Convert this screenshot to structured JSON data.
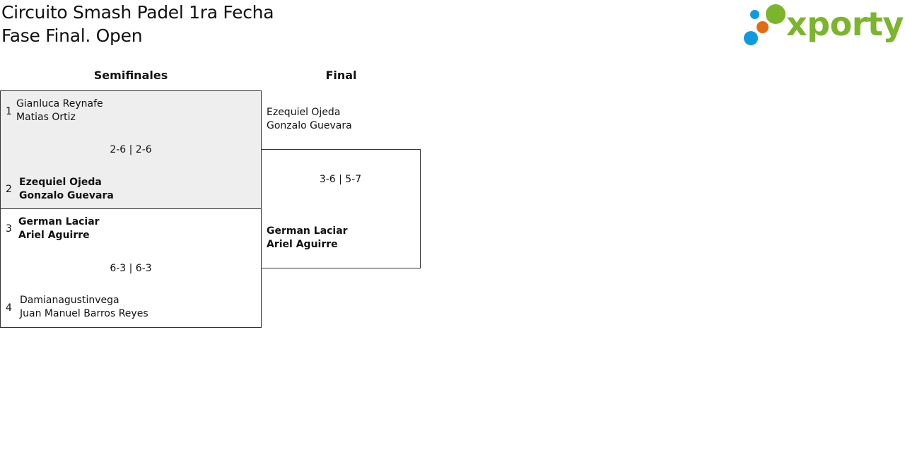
{
  "header": {
    "title_line1": "Circuito Smash Padel 1ra Fecha",
    "title_line2": "Fase Final. Open"
  },
  "logo": {
    "text": "xporty",
    "colors": {
      "green": "#7bb52b",
      "orange": "#e36b14",
      "blue": "#0f9ae0"
    }
  },
  "columns": {
    "semifinals": "Semifinales",
    "final": "Final"
  },
  "semifinals": [
    {
      "top": {
        "seed": "1",
        "player1": "Gianluca Reynafe",
        "player2": "Matias Ortiz"
      },
      "score": "2-6 | 2-6",
      "bottom": {
        "seed": "2",
        "player1": "Ezequiel Ojeda",
        "player2": "Gonzalo Guevara"
      }
    },
    {
      "top": {
        "seed": "3",
        "player1": "German Laciar",
        "player2": "Ariel Aguirre"
      },
      "score": "6-3 | 6-3",
      "bottom": {
        "seed": "4",
        "player1": "Damianagustinvega",
        "player2": "Juan Manuel Barros Reyes"
      }
    }
  ],
  "final": {
    "top": {
      "player1": "Ezequiel Ojeda",
      "player2": "Gonzalo Guevara"
    },
    "score": "3-6 | 5-7",
    "bottom": {
      "player1": "German Laciar",
      "player2": "Ariel Aguirre"
    }
  }
}
